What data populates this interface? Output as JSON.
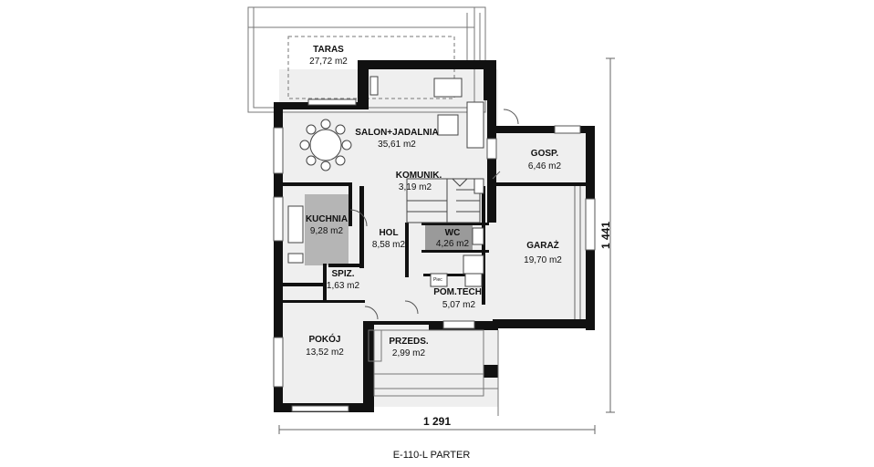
{
  "plan_caption": "E-110-L PARTER",
  "dimensions": {
    "width": "1 291",
    "depth": "1 441"
  },
  "rooms": [
    {
      "id": "taras",
      "name": "TARAS",
      "area": "27,72 m2"
    },
    {
      "id": "salon",
      "name": "SALON+JADALNIA",
      "area": "35,61 m2"
    },
    {
      "id": "komunik",
      "name": "KOMUNIK.",
      "area": "3,19 m2"
    },
    {
      "id": "kuchnia",
      "name": "KUCHNIA",
      "area": "9,28 m2"
    },
    {
      "id": "hol",
      "name": "HOL",
      "area": "8,58 m2"
    },
    {
      "id": "wc",
      "name": "WC",
      "area": "4,26 m2"
    },
    {
      "id": "spiz",
      "name": "SPIZ.",
      "area": "1,63 m2"
    },
    {
      "id": "pomtech",
      "name": "POM.TECH.",
      "area": "5,07 m2"
    },
    {
      "id": "pokoj",
      "name": "POKÓJ",
      "area": "13,52 m2"
    },
    {
      "id": "przeds",
      "name": "PRZEDS.",
      "area": "2,99 m2"
    },
    {
      "id": "gosp",
      "name": "GOSP.",
      "area": "6,46 m2"
    },
    {
      "id": "garaz",
      "name": "GARAŻ",
      "area": "19,70 m2"
    }
  ],
  "fixture_labels": {
    "piec": "Piec"
  },
  "colors": {
    "wall": "#111111",
    "kitchen_fill": "#b5b5b5",
    "wc_fill": "#9a9a9a",
    "floor_fill": "#efefef",
    "line": "#666666"
  }
}
